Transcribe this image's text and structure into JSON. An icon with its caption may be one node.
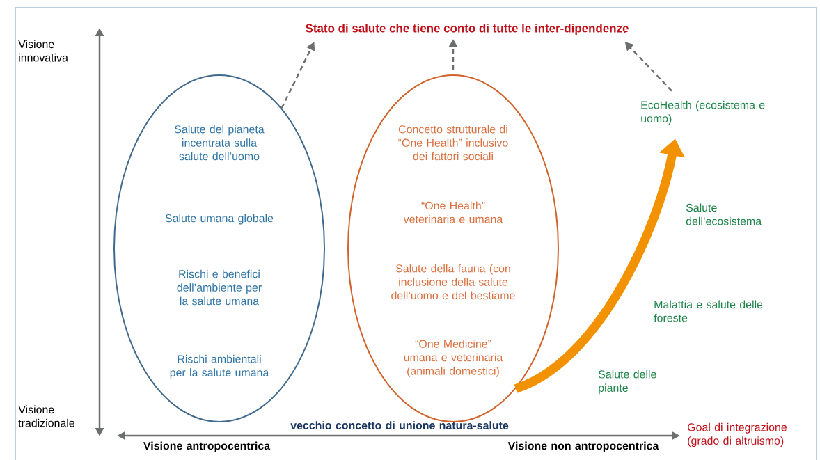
{
  "diagram": {
    "nodes": [
      {
        "text": [
          "Stato di salute che tiene conto di tutte le inter-dipendenze"
        ]
      },
      {
        "text": [
          "Salute del pianeta incentrata sulla salute dell’uomo",
          "Salute umana globale",
          "Rischi e benefici dell’ambiente per la salute umana",
          "Rischi ambientali per la salute umana"
        ]
      },
      {
        "text": [
          "Concetto strutturale di “One Health” inclusivo dei fattori sociali",
          "“One Health” veterinaria e umana",
          "Salute della fauna (con inclusione della salute dell’uomo e del bestiame",
          "“One Medicine” umana e veterinaria (animali domestici)"
        ]
      },
      {
        "text": [
          "EcoHealth (ecosistema e uomo)"
        ]
      }
    ],
    "edges": [
      {
        "from": 1,
        "to": 0,
        "arrow": "to",
        "style": "dashed"
      },
      {
        "from": 2,
        "to": 0,
        "arrow": "to",
        "style": "dashed"
      },
      {
        "from": 3,
        "to": 0,
        "arrow": "to",
        "style": "dashed"
      },
      {
        "from": 2,
        "to": 3,
        "arrow": "to",
        "style": "thick",
        "color": "#f39200"
      }
    ],
    "labels": [
      "Visione innovativa",
      "Visione tradizionale",
      "vecchio concetto di unione natura-salute",
      "Visione antropocentrica",
      "Visione non antropocentrica",
      "Goal di integrazione (grado di altruismo)",
      "Salute dell’ecosistema",
      "Malattia e salute delle foreste",
      "Salute delle piante"
    ]
  }
}
